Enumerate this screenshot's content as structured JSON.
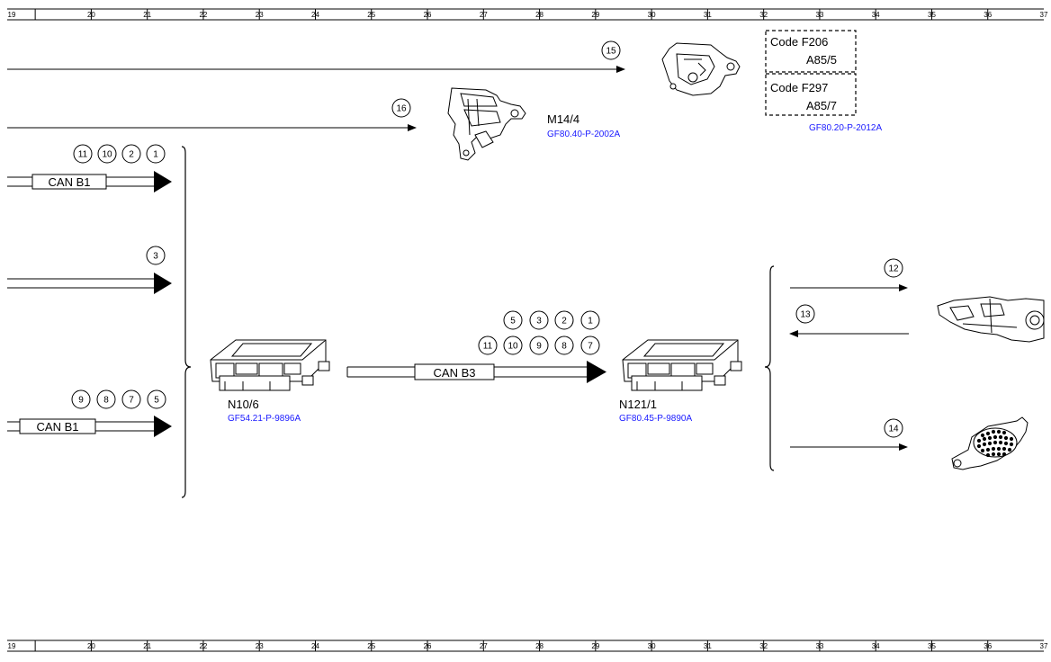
{
  "ruler": {
    "numbers": [
      "19",
      "20",
      "21",
      "22",
      "23",
      "24",
      "25",
      "26",
      "27",
      "28",
      "29",
      "30",
      "31",
      "32",
      "33",
      "34",
      "35",
      "36",
      "37"
    ]
  },
  "signals": {
    "s15": "15",
    "s16": "16",
    "s11a": "11",
    "s10a": "10",
    "s2a": "2",
    "s1a": "1",
    "s3": "3",
    "s9a": "9",
    "s8a": "8",
    "s7a": "7",
    "s5a": "5",
    "s5b": "5",
    "s3b": "3",
    "s2b": "2",
    "s1b": "1",
    "s11b": "11",
    "s10b": "10",
    "s9b": "9",
    "s8b": "8",
    "s7b": "7",
    "s12": "12",
    "s13": "13",
    "s14": "14"
  },
  "bus": {
    "can_b1_top": "CAN B1",
    "can_b1_bottom": "CAN B1",
    "can_b3": "CAN B3"
  },
  "components": {
    "m14_4": {
      "label": "M14/4",
      "ref": "GF80.40-P-2002A"
    },
    "n10_6": {
      "label": "N10/6",
      "ref": "GF54.21-P-9896A"
    },
    "n121_1": {
      "label": "N121/1",
      "ref": "GF80.45-P-9890A"
    },
    "a85": {
      "code1": "Code F206",
      "part1": "A85/5",
      "code2": "Code F297",
      "part2": "A85/7",
      "ref": "GF80.20-P-2012A"
    }
  }
}
